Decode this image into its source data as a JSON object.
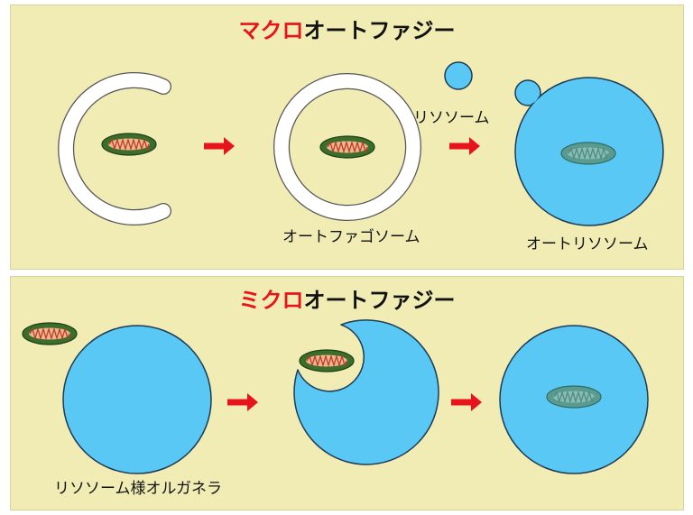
{
  "macro": {
    "title_accent": "マクロ",
    "title_rest": "オートファジー",
    "labels": {
      "lysosome": "リソソーム",
      "autophagosome": "オートファゴソーム",
      "autolysosome": "オートリソソーム"
    }
  },
  "micro": {
    "title_accent": "ミクロ",
    "title_rest": "オートファジー",
    "labels": {
      "lysosome_like_organelle": "リソソーム様オルガネラ"
    }
  },
  "colors": {
    "panel_bg": "#f0ecb4",
    "accent_red": "#e8141b",
    "lysosome_blue": "#5ac8f5",
    "mitochondrion_green": "#3b6e2b",
    "membrane_white": "#ffffff"
  }
}
